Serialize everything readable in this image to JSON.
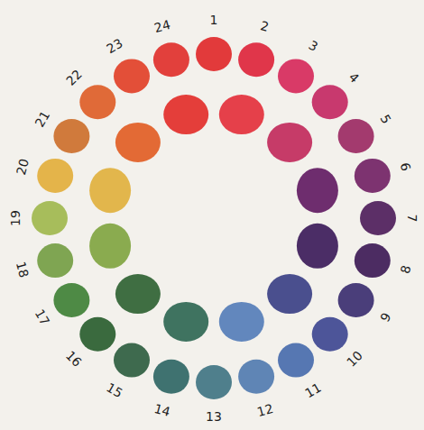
{
  "diagram": {
    "labels": [
      "1",
      "2",
      "3",
      "4",
      "5",
      "6",
      "7",
      "8",
      "9",
      "10",
      "11",
      "12",
      "13",
      "14",
      "15",
      "16",
      "17",
      "18",
      "19",
      "20",
      "21",
      "22",
      "23",
      "24"
    ]
  }
}
